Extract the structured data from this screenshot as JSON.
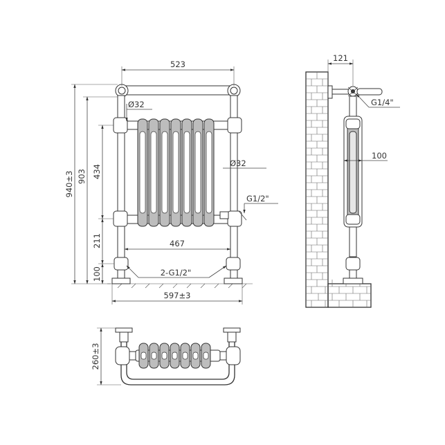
{
  "front_view": {
    "dim_width_top": "523",
    "dim_pipe_dia_top": "Ø32",
    "dim_pipe_dia_side": "Ø32",
    "dim_thread_side": "G1/2\"",
    "dim_total_height": "940±3",
    "dim_height_903": "903",
    "dim_height_434": "434",
    "dim_height_211": "211",
    "dim_height_100": "100",
    "dim_inner_width": "467",
    "dim_inlets": "2-G1/2\"",
    "dim_overall_width": "597±3"
  },
  "side_view": {
    "dim_wall_offset": "121",
    "dim_bracket_thread": "G1/4\"",
    "dim_depth": "100"
  },
  "top_view": {
    "dim_depth_total": "260±3"
  }
}
